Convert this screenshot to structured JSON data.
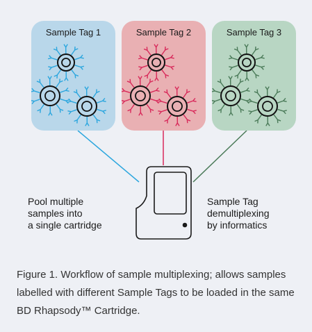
{
  "panels": [
    {
      "title": "Sample Tag 1",
      "bg": "#b9d7ea",
      "accent": "#2ba6de"
    },
    {
      "title": "Sample Tag 2",
      "bg": "#e9b0b3",
      "accent": "#d8295a"
    },
    {
      "title": "Sample Tag 3",
      "bg": "#b8d6c3",
      "accent": "#4a7a58"
    }
  ],
  "left_text": [
    "Pool multiple",
    "samples into",
    "a single cartridge"
  ],
  "right_text": [
    "Sample Tag",
    "demultiplexing",
    "by informatics"
  ],
  "caption": "Figure 1. Workflow of sample multiplexing; allows samples labelled with different Sample Tags to be loaded in the same BD Rhapsody™ Cartridge.",
  "cell_icon": "cell-with-antibody-tags",
  "device_icon": "cartridge-device"
}
